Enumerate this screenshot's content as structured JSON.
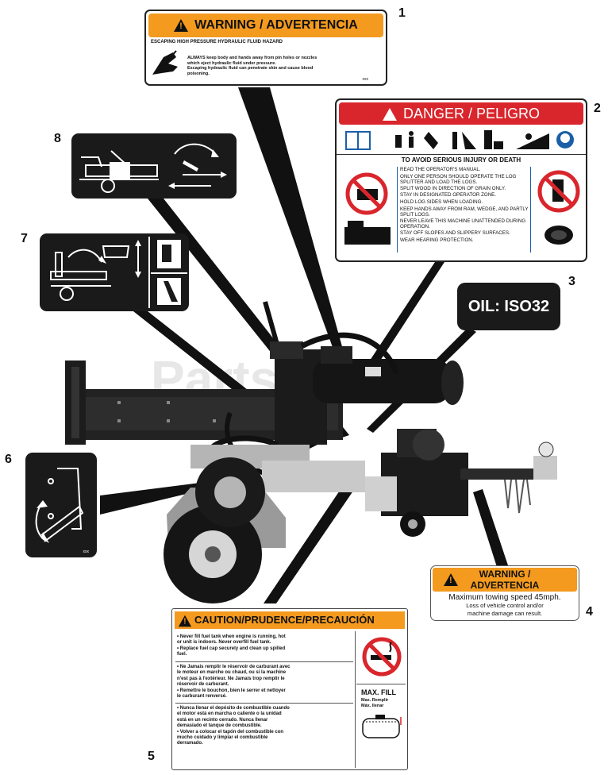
{
  "callouts": [
    "1",
    "2",
    "3",
    "4",
    "5",
    "6",
    "7",
    "8"
  ],
  "watermark": "PartsTree",
  "label1": {
    "title": "WARNING / ADVERTENCIA",
    "heading": "ESCAPING HIGH PRESSURE HYDRAULIC FLUID HAZARD",
    "lines": [
      "ALWAYS keep body and hands away from pin holes or nozzles",
      "which eject hydraulic fluid under pressure.",
      "Escaping hydraulic fluid can penetrate skin and cause blood",
      "poisoning."
    ],
    "code": "xxx"
  },
  "label2": {
    "title": "DANGER / PELIGRO",
    "subtitle": "TO AVOID SERIOUS INJURY OR DEATH",
    "items": [
      "READ THE OPERATOR'S MANUAL.",
      "ONLY ONE PERSON SHOULD OPERATE THE LOG SPLITTER AND LOAD THE LOGS.",
      "SPLIT WOOD IN DIRECTION OF GRAIN ONLY.",
      "STAY IN DESIGNATED OPERATOR ZONE.",
      "HOLD LOG SIDES WHEN LOADING.",
      "KEEP HANDS AWAY FROM RAM, WEDGE, AND PARTLY SPLIT LOGS.",
      "NEVER LEAVE THIS MACHINE UNATTENDED DURING OPERATION.",
      "STAY OFF SLOPES AND SLIPPERY SURFACES.",
      "WEAR HEARING PROTECTION."
    ]
  },
  "label3": {
    "text": "OIL: ISO32"
  },
  "label4": {
    "title_line1": "WARNING /",
    "title_line2": "ADVERTENCIA",
    "main": "Maximum towing speed 45mph.",
    "sub1": "Loss of vehicle control and/or",
    "sub2": "machine damage can result."
  },
  "label5": {
    "title": "CAUTION/PRUDENCE/PRECAUCIÓN",
    "en": [
      "• Never fill fuel tank when engine is running, hot",
      "  or unit is indoors.  Never overfill fuel tank.",
      "• Replace fuel cap securely and clean up spilled",
      "  fuel."
    ],
    "fr": [
      "• Ne Jamais remplir le réservoir de carburant avec",
      "  le moteur en marche ou chaud, ou si la machine",
      "  n'est pas à l'extérieur.  Ne Jamais trop remplir le",
      "  réservoir de carburant.",
      "• Remettre le bouchon, bien le serrer et nettoyer",
      "  le carburant renversé."
    ],
    "es": [
      "• Nunca llenar el depósito de combustible cuando",
      "  el motor está en marcha o caliente o la unidad",
      "  está en un recinto cerrado.  Nunca llenar",
      "  demasiado el tanque de combustible.",
      "• Volver a colocar el tapón del combustible con",
      "  mucho cuidado y limpiar el combustible",
      "  derramado."
    ],
    "maxfill": "MAX. FILL",
    "maxfill_sub1": "Max. Remplir",
    "maxfill_sub2": "Máx. llenar"
  },
  "label6": {
    "code": "xxx"
  },
  "colors": {
    "orange": "#f39a1f",
    "red": "#d9262c",
    "black": "#1a1a1a"
  }
}
